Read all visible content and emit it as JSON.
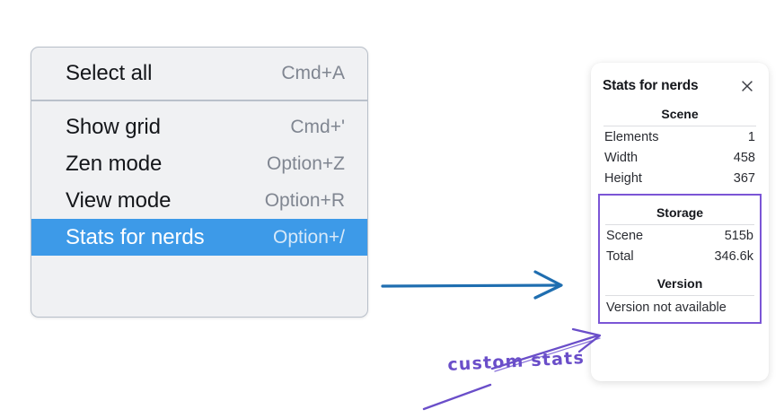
{
  "context_menu": {
    "groups": [
      {
        "items": [
          {
            "label": "Select all",
            "shortcut": "Cmd+A",
            "selected": false
          }
        ]
      },
      {
        "items": [
          {
            "label": "Show grid",
            "shortcut": "Cmd+'",
            "selected": false
          },
          {
            "label": "Zen mode",
            "shortcut": "Option+Z",
            "selected": false
          },
          {
            "label": "View mode",
            "shortcut": "Option+R",
            "selected": false
          },
          {
            "label": "Stats for nerds",
            "shortcut": "Option+/",
            "selected": true
          }
        ]
      }
    ],
    "selected_bg": "#3d9ae8"
  },
  "stats_panel": {
    "title": "Stats for nerds",
    "close_icon": "close-icon",
    "sections": [
      {
        "heading": "Scene",
        "rows": [
          {
            "label": "Elements",
            "value": "1"
          },
          {
            "label": "Width",
            "value": "458"
          },
          {
            "label": "Height",
            "value": "367"
          }
        ]
      },
      {
        "heading": "Storage",
        "highlighted": true,
        "rows": [
          {
            "label": "Scene",
            "value": "515b"
          },
          {
            "label": "Total",
            "value": "346.6k"
          }
        ]
      },
      {
        "heading": "Version",
        "highlighted": true,
        "single_row": "Version not available"
      }
    ],
    "highlight_color": "#7b55d6"
  },
  "annotations": {
    "custom_stats_label": "custom stats",
    "arrow_color_blue": "#1f6eb0",
    "arrow_color_purple": "#6a4ec9"
  }
}
